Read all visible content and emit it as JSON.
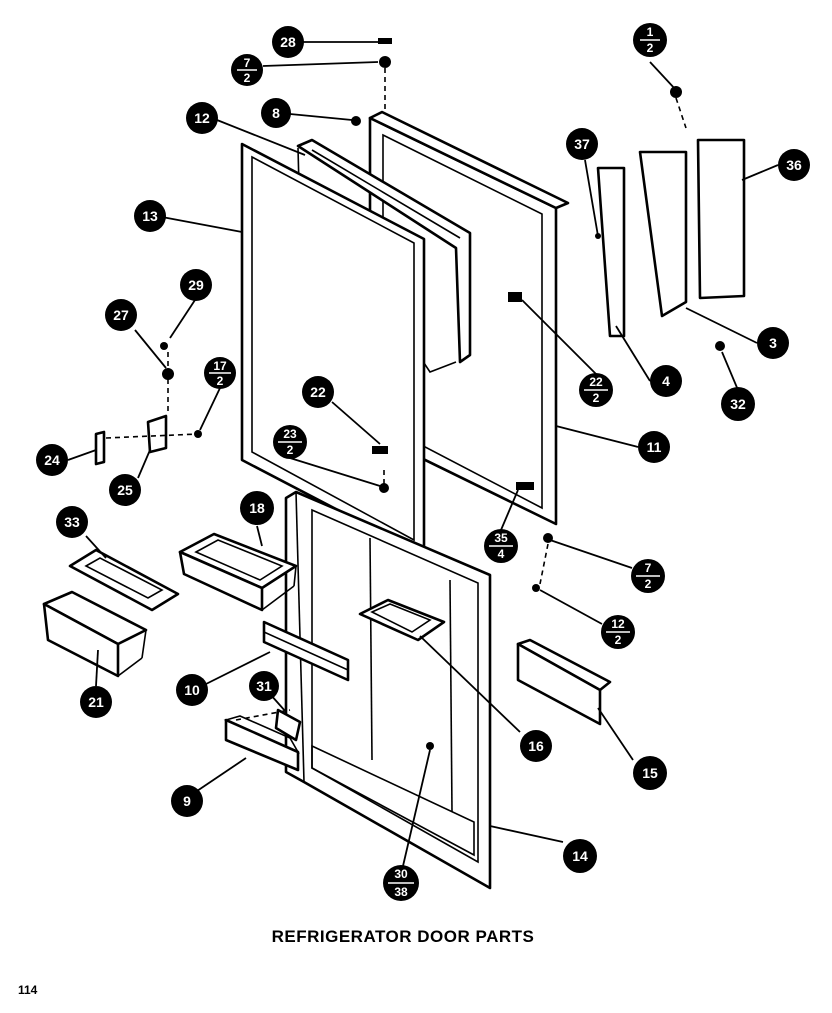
{
  "title": "REFRIGERATOR DOOR PARTS",
  "page_number": "114",
  "callouts": {
    "c28": {
      "num": "28"
    },
    "c7_2_top": {
      "num": "7",
      "den": "2"
    },
    "c1_2": {
      "num": "1",
      "den": "2"
    },
    "c8": {
      "num": "8"
    },
    "c12": {
      "num": "12"
    },
    "c37": {
      "num": "37"
    },
    "c36": {
      "num": "36"
    },
    "c13": {
      "num": "13"
    },
    "c29": {
      "num": "29"
    },
    "c27": {
      "num": "27"
    },
    "c3": {
      "num": "3"
    },
    "c17_2": {
      "num": "17",
      "den": "2"
    },
    "c22_2_right": {
      "num": "22",
      "den": "2"
    },
    "c4": {
      "num": "4"
    },
    "c22": {
      "num": "22"
    },
    "c32": {
      "num": "32"
    },
    "c23_2": {
      "num": "23",
      "den": "2"
    },
    "c24": {
      "num": "24"
    },
    "c11": {
      "num": "11"
    },
    "c25": {
      "num": "25"
    },
    "c18": {
      "num": "18"
    },
    "c33": {
      "num": "33"
    },
    "c35_4": {
      "num": "35",
      "den": "4"
    },
    "c7_2_bottom": {
      "num": "7",
      "den": "2"
    },
    "c12_2": {
      "num": "12",
      "den": "2"
    },
    "c10": {
      "num": "10"
    },
    "c21": {
      "num": "21"
    },
    "c31": {
      "num": "31"
    },
    "c16": {
      "num": "16"
    },
    "c15": {
      "num": "15"
    },
    "c9": {
      "num": "9"
    },
    "c14": {
      "num": "14"
    },
    "c30_38": {
      "num": "30",
      "den": "38"
    }
  }
}
